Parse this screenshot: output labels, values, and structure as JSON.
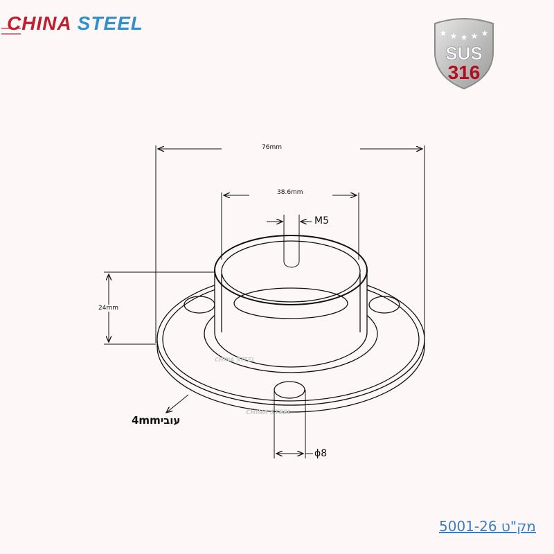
{
  "logo": {
    "part1": "CHINA",
    "part2": "STEEL"
  },
  "badge": {
    "line1": "SUS",
    "line2": "316",
    "stars": 5
  },
  "dimensions": {
    "width": "76mm",
    "tube": "38.6mm",
    "screw": "M5",
    "height": "24mm",
    "thickness": "4mm",
    "thickness_word": "עובי",
    "hole": "ϕ8"
  },
  "watermark": "CHINA STEEL",
  "sku": "מק\"ט 5001-26",
  "colors": {
    "brand_red": "#c0202e",
    "brand_blue": "#2f8fcf",
    "sku": "#3a7fc2"
  }
}
